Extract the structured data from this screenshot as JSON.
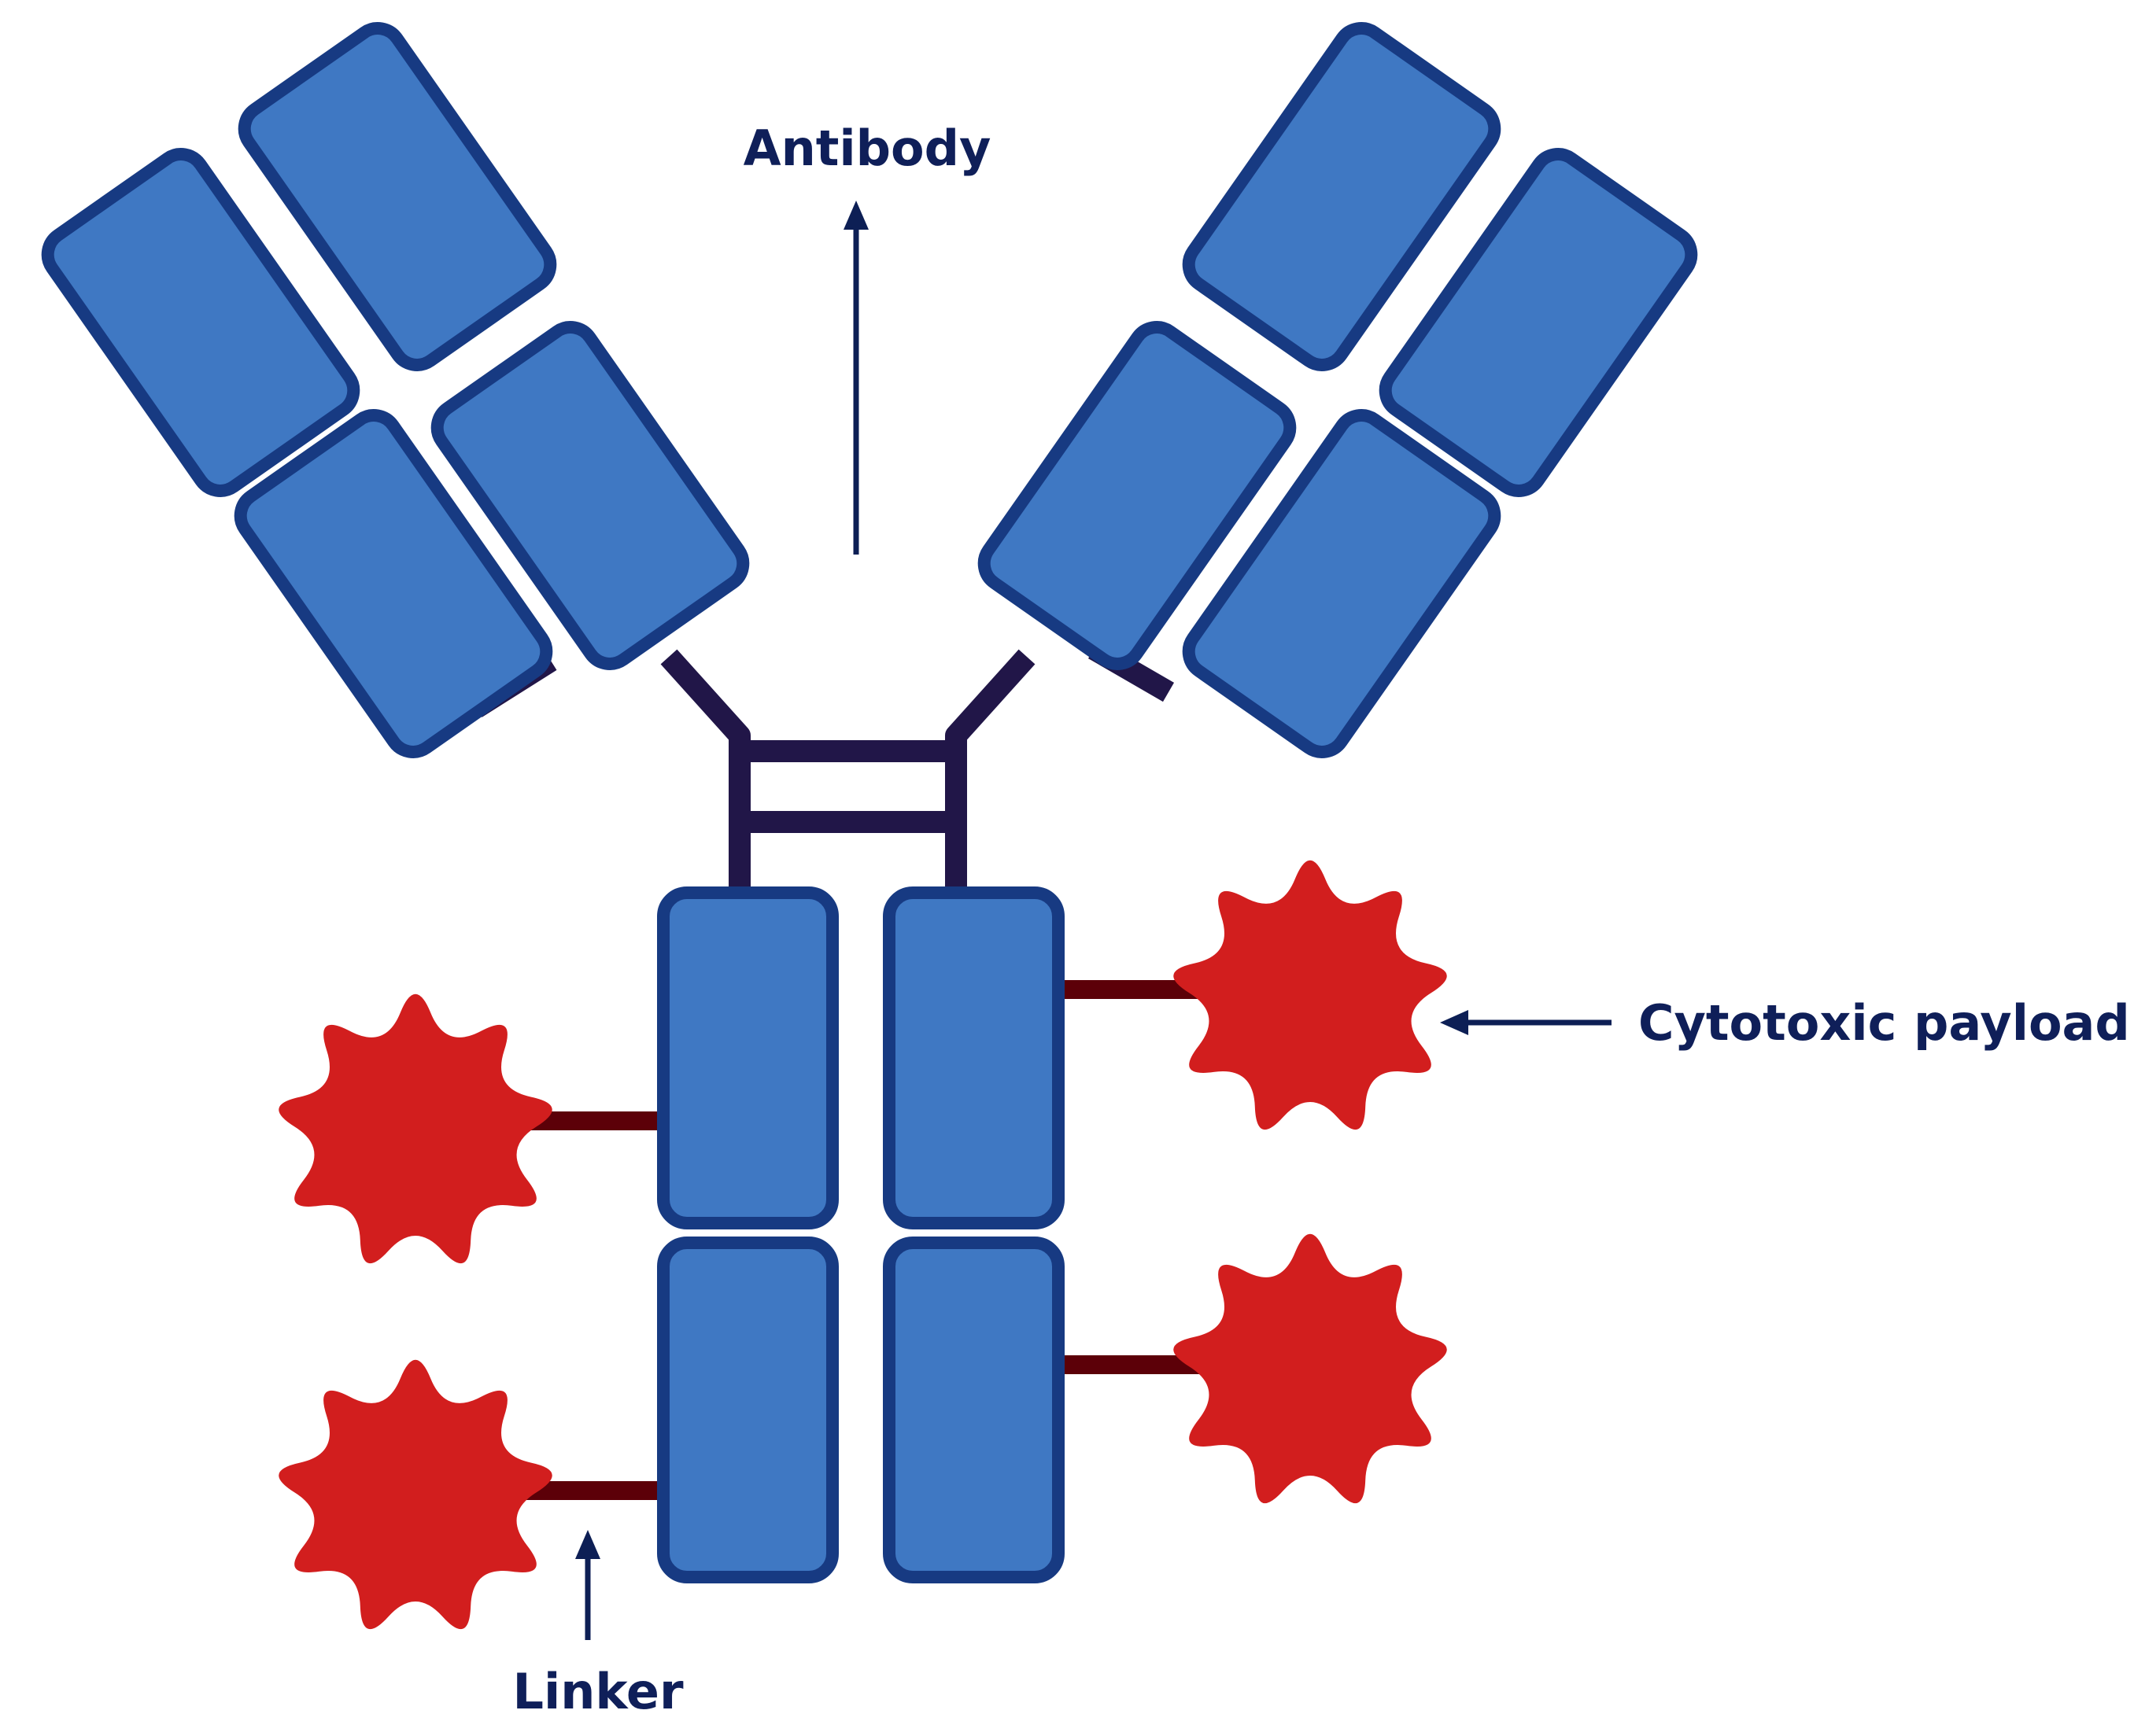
{
  "labels": {
    "antibody": "Antibody",
    "payload": "Cytotoxic payload",
    "linker": "Linker"
  },
  "colors": {
    "antibody_fill": "#3f78c3",
    "antibody_outline": "#173a82",
    "hinge": "#211648",
    "linker": "#5c0008",
    "payload": "#d21e1e",
    "text": "#0f1f59"
  },
  "icons": {
    "payload": "starburst-icon",
    "pointer": "arrow-icon"
  }
}
